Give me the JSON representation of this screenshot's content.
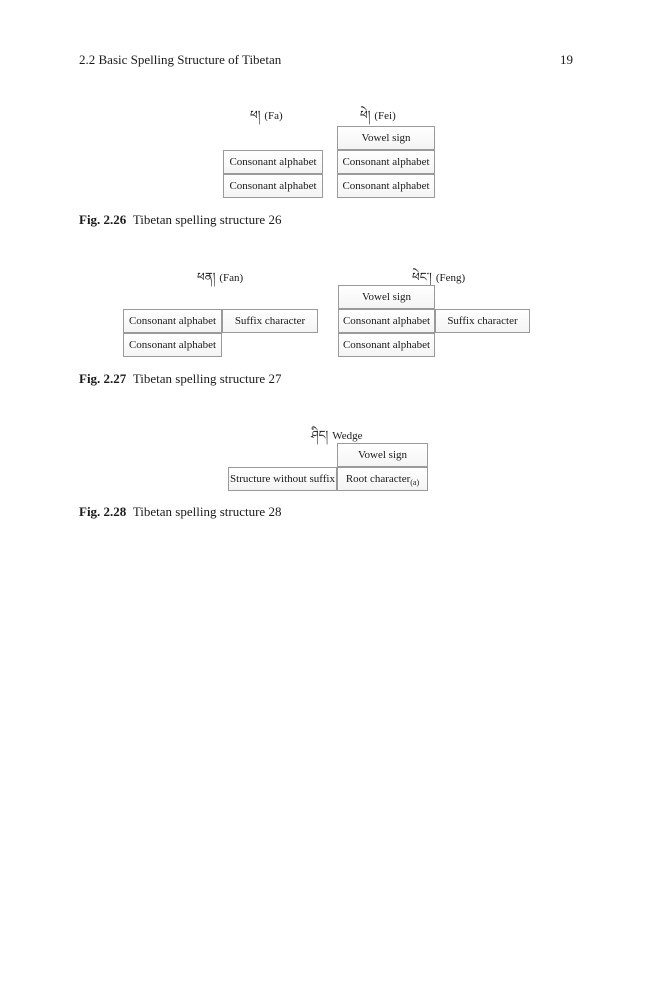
{
  "header": {
    "section": "2.2   Basic Spelling Structure of Tibetan",
    "page_number": "19"
  },
  "fig26": {
    "label": "Fig. 2.26",
    "caption": "Tibetan spelling structure 26",
    "left_word": {
      "tibetan": "ཕ།",
      "latin": "(Fa)"
    },
    "right_word": {
      "tibetan": "ཕེ།",
      "latin": "(Fei)"
    },
    "left_boxes": [
      "Consonant alphabet",
      "Consonant alphabet"
    ],
    "right_boxes": [
      "Vowel sign",
      "Consonant alphabet",
      "Consonant alphabet"
    ]
  },
  "fig27": {
    "label": "Fig. 2.27",
    "caption": "Tibetan spelling structure 27",
    "left_word": {
      "tibetan": "ཕན།",
      "latin": "(Fan)"
    },
    "right_word": {
      "tibetan": "ཕེང་།",
      "latin": "(Feng)"
    },
    "left_boxes": [
      "Consonant alphabet",
      "Suffix character",
      "Consonant alphabet"
    ],
    "right_boxes": [
      "Vowel sign",
      "Consonant alphabet",
      "Suffix character",
      "Consonant alphabet"
    ]
  },
  "fig28": {
    "label": "Fig. 2.28",
    "caption": "Tibetan spelling structure 28",
    "word": {
      "tibetan": "ཤིང།",
      "latin": "Wedge"
    },
    "boxes": [
      "Vowel sign",
      "Structure without suffix",
      "Root character"
    ],
    "root_subscript": "(a)"
  }
}
